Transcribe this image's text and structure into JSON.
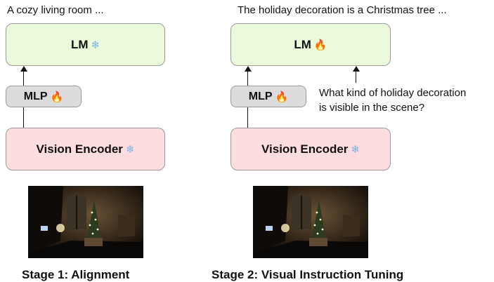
{
  "stage1": {
    "output_text": "A cozy living room ...",
    "lm": {
      "label": "LM",
      "icon": "snowflake-icon"
    },
    "mlp": {
      "label": "MLP",
      "icon": "fire-icon"
    },
    "vision_encoder": {
      "label": "Vision Encoder",
      "icon": "snowflake-icon"
    },
    "image": "living-room-christmas-tree-photo",
    "title": "Stage 1: Alignment"
  },
  "stage2": {
    "output_text": "The holiday decoration is a Christmas tree ...",
    "lm": {
      "label": "LM",
      "icon": "fire-icon"
    },
    "mlp": {
      "label": "MLP",
      "icon": "fire-icon"
    },
    "vision_encoder": {
      "label": "Vision Encoder",
      "icon": "snowflake-icon"
    },
    "question_lines": [
      "What kind of holiday decoration",
      "is visible in the scene?"
    ],
    "image": "living-room-christmas-tree-photo",
    "title": "Stage 2: Visual Instruction Tuning"
  },
  "colors": {
    "lm_fill": "#ecfadc",
    "mlp_fill": "#dcdcdc",
    "encoder_fill": "#fddde0",
    "frozen_icon": "#7ab4e6",
    "trainable_icon": "#f07a1a"
  }
}
